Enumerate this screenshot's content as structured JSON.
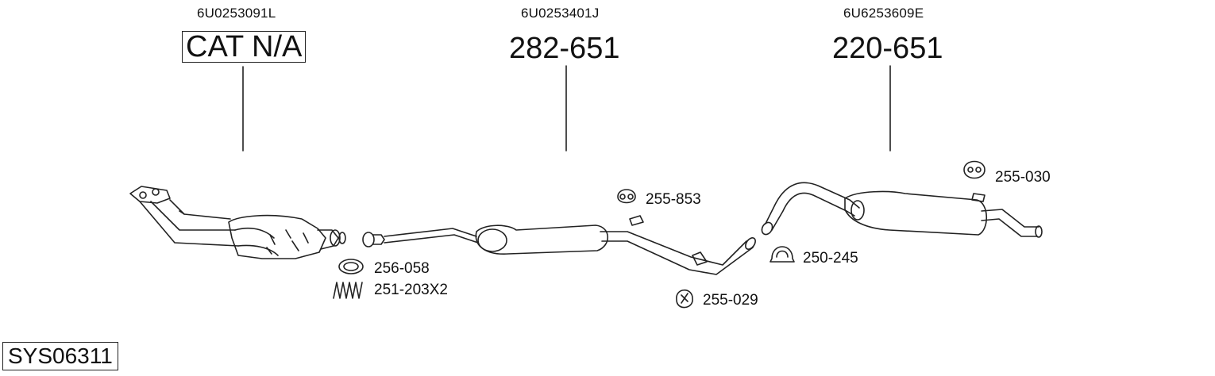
{
  "oem_numbers": {
    "left": "6U0253091L",
    "middle": "6U0253401J",
    "right": "6U6253609E"
  },
  "main_parts": {
    "left": "CAT N/A",
    "middle": "282-651",
    "right": "220-651"
  },
  "accessories": {
    "gasket": "256-058",
    "springs": "251-203X2",
    "hanger_mid": "255-853",
    "hanger_low": "255-029",
    "clamp": "250-245",
    "hanger_rear": "255-030"
  },
  "system_id": "SYS06311"
}
